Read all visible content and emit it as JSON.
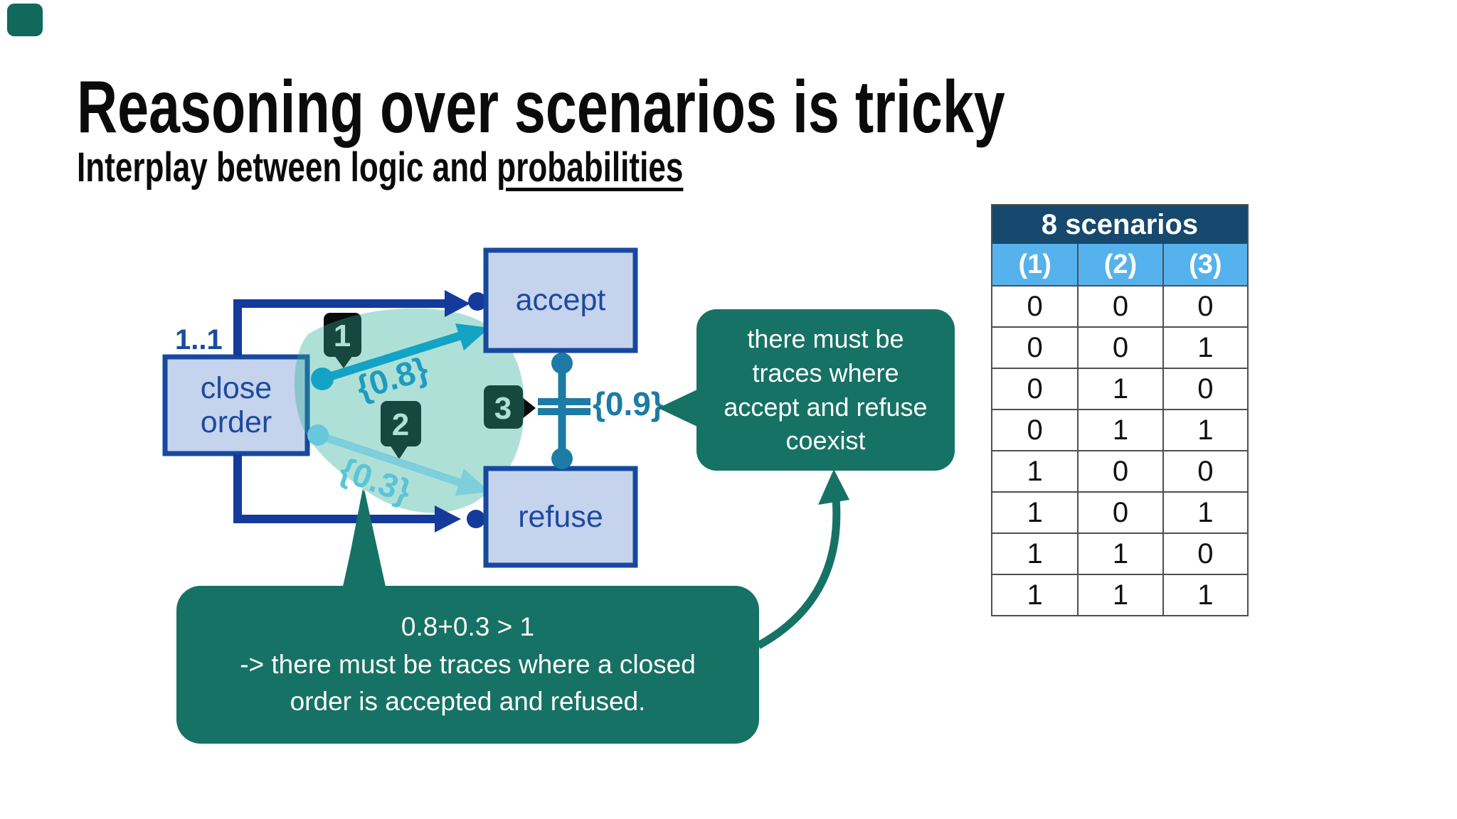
{
  "slide": {
    "title": "Reasoning over scenarios is tricky",
    "subtitle_prefix": "Interplay between logic and ",
    "subtitle_underlined": "probabilities"
  },
  "model": {
    "multiplicity_label": "1..1",
    "activities": [
      {
        "label": "close order"
      },
      {
        "label": "accept"
      },
      {
        "label": "refuse"
      }
    ],
    "badges": [
      "1",
      "2",
      "3"
    ],
    "probabilities": {
      "accept_arrow": "{0.8}",
      "refuse_arrow": "{0.3}",
      "not_coexistence": "{0.9}"
    }
  },
  "callouts": {
    "coexist_bubble": "there must be\ntraces where\naccept and refuse\ncoexist",
    "bottom_note": "0.8+0.3 > 1\n-> there must be traces where a closed\norder is accepted and refused."
  },
  "table": {
    "title": "8 scenarios",
    "columns": [
      "(1)",
      "(2)",
      "(3)"
    ],
    "rows": [
      [
        "0",
        "0",
        "0"
      ],
      [
        "0",
        "0",
        "1"
      ],
      [
        "0",
        "1",
        "0"
      ],
      [
        "0",
        "1",
        "1"
      ],
      [
        "1",
        "0",
        "0"
      ],
      [
        "1",
        "0",
        "1"
      ],
      [
        "1",
        "1",
        "0"
      ],
      [
        "1",
        "1",
        "1"
      ]
    ]
  },
  "colors": {
    "navy_line": "#143a9c",
    "box_border": "#16499e",
    "box_fill": "#c5d3ed",
    "strong_teal": "#13a3c5",
    "light_teal": "#7ccfdb",
    "connector_teal": "#1d7ba5",
    "blob_green": "rgba(45,173,150,0.38)",
    "callout_green": "#167265",
    "table_header_blue": "#17486e",
    "table_subheader_blue": "#56b2ec"
  }
}
